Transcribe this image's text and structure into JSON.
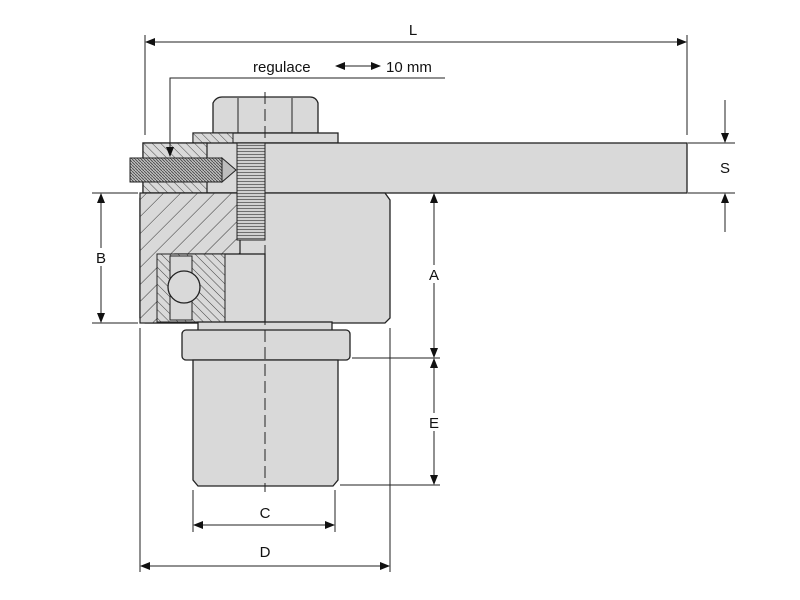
{
  "diagram": {
    "labels": {
      "L": "L",
      "S": "S",
      "B": "B",
      "A": "A",
      "E": "E",
      "C": "C",
      "D": "D",
      "adjust": "regulace",
      "adjust_range": "10 mm"
    },
    "colors": {
      "part_fill": "#d9d9d9",
      "line": "#222222"
    }
  }
}
